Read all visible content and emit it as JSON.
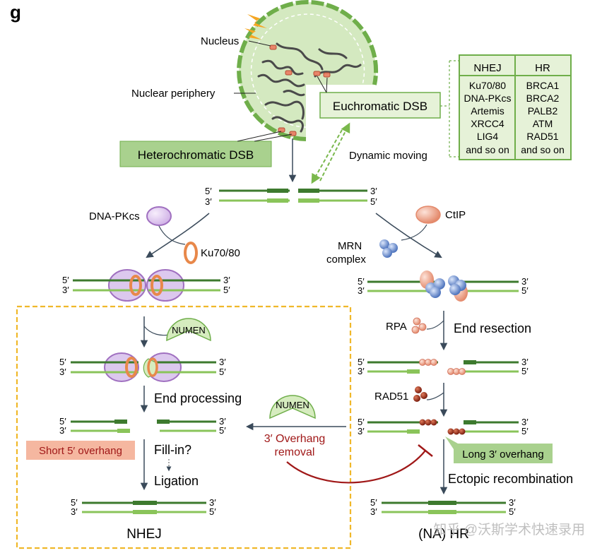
{
  "panel_letter": "g",
  "nucleus": {
    "nucleus_label": "Nucleus",
    "periphery_label": "Nuclear periphery",
    "heterochromatic_box": "Heterochromatic DSB",
    "euchromatic_box": "Euchromatic DSB",
    "dynamic_moving": "Dynamic moving"
  },
  "repair_table": {
    "headers": [
      "NHEJ",
      "HR"
    ],
    "nhej_items": [
      "Ku70/80",
      "DNA-PKcs",
      "Artemis",
      "XRCC4",
      "LIG4",
      "and so on"
    ],
    "hr_items": [
      "BRCA1",
      "BRCA2",
      "PALB2",
      "ATM",
      "RAD51",
      "and so on"
    ]
  },
  "strand_ends": {
    "five_prime": "5′",
    "three_prime": "3′"
  },
  "left_pathway": {
    "dna_pkcs": "DNA-PKcs",
    "ku70_80": "Ku70/80",
    "numen": "NUMEN",
    "end_processing": "End processing",
    "short_overhang": "Short 5′ overhang",
    "fill_in": "Fill-in?",
    "ligation": "Ligation",
    "title": "NHEJ"
  },
  "right_pathway": {
    "ctip": "CtIP",
    "mrn_line1": "MRN",
    "mrn_line2": "complex",
    "rpa": "RPA",
    "end_resection": "End resection",
    "rad51": "RAD51",
    "long_overhang": "Long 3′ overhang",
    "ectopic": "Ectopic recombination",
    "title": "(NA) HR"
  },
  "middle": {
    "numen": "NUMEN",
    "overhang_line1": "3′ Overhang",
    "overhang_line2": "removal"
  },
  "watermark": "知乎 @沃斯学术快速录用",
  "colors": {
    "dark_green": "#3d7a2e",
    "light_green": "#8ac45a",
    "box_fill": "#a9d18e",
    "pale_green": "#e6f2d8",
    "orange": "#e8884a",
    "purple": "#a070c0",
    "blue": "#5b82c8",
    "dark_red": "#a01818",
    "pink_box": "#f5b7a0",
    "dashed_gold": "#f0b82a"
  }
}
